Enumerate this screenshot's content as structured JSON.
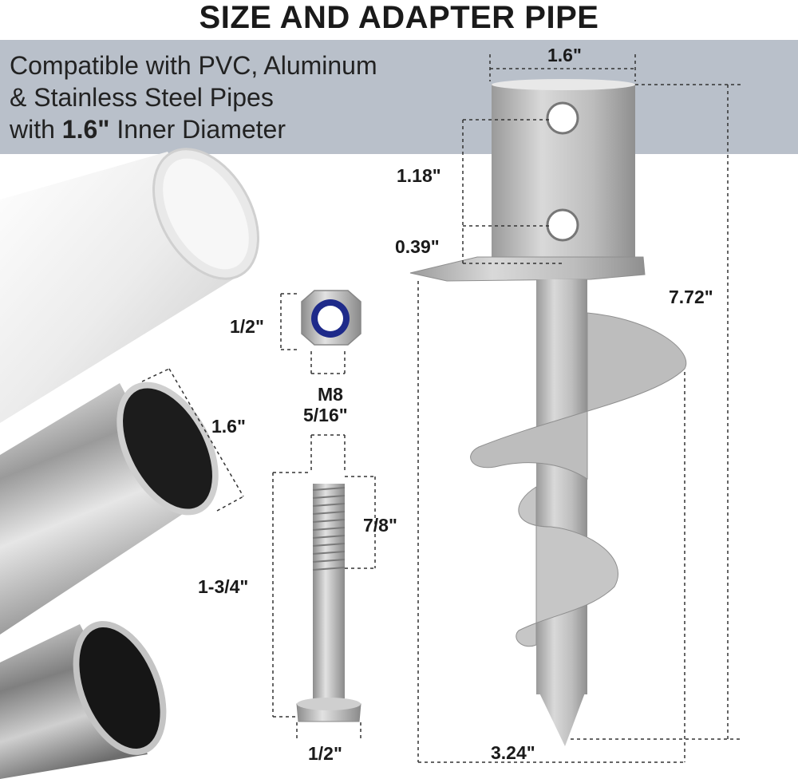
{
  "title": "SIZE AND ADAPTER PIPE",
  "compat": {
    "line1": "Compatible with PVC, Aluminum",
    "line2": "& Stainless Steel Pipes",
    "line3_prefix": "with ",
    "line3_bold": "1.6\"",
    "line3_suffix": " Inner Diameter"
  },
  "dimensions": {
    "anchor_top_width": "1.6\"",
    "hole_spacing": "1.18\"",
    "hole_offset": "0.39\"",
    "anchor_length": "7.72\"",
    "anchor_width": "3.24\"",
    "nut_size": "1/2\"",
    "bolt_thread_line1": "M8",
    "bolt_thread_line2": "5/16\"",
    "thread_length": "7/8\"",
    "bolt_length": "1-3/4\"",
    "bolt_head": "1/2\"",
    "pipe_diameter": "1.6\""
  },
  "colors": {
    "band": "#b9c0ca",
    "steel": "#b8b8b8",
    "pvc": "#f2f2f2",
    "nut_ring": "#1e2a8a"
  }
}
